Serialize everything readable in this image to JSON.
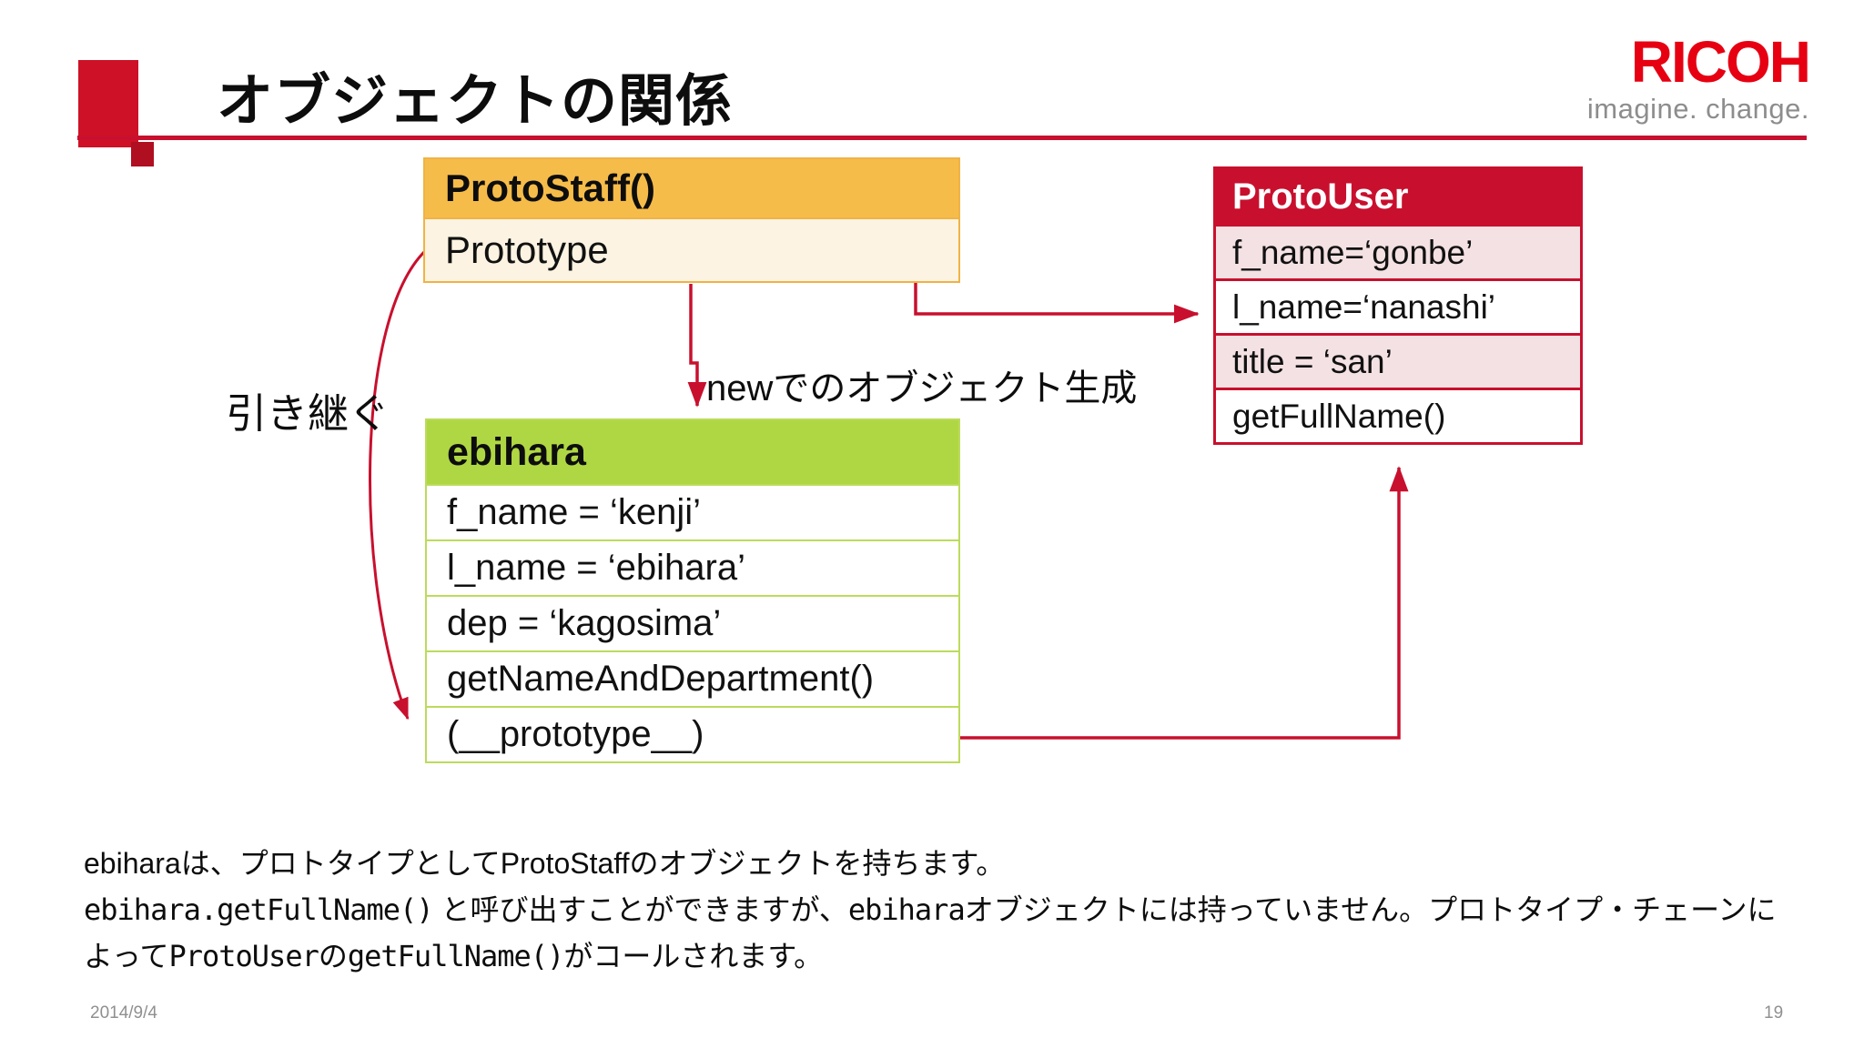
{
  "slide": {
    "title": "オブジェクトの関係",
    "footer_date": "2014/9/4",
    "page_number": "19"
  },
  "logo": {
    "brand": "RICOH",
    "tagline": "imagine. change."
  },
  "diagram": {
    "proto_staff": {
      "title": "ProtoStaff()",
      "rows": [
        "Prototype"
      ]
    },
    "proto_user": {
      "title": "ProtoUser",
      "rows": [
        "f_name=‘gonbe’",
        "l_name=‘nanashi’",
        "title = ‘san’",
        "getFullName()"
      ]
    },
    "ebihara": {
      "title": "ebihara",
      "rows": [
        "f_name = ‘kenji’",
        "l_name = ‘ebihara’",
        "dep = ‘kagosima’",
        "getNameAndDepartment()",
        "(__prototype__)"
      ]
    },
    "labels": {
      "inherit": "引き継ぐ",
      "new_create": "newでのオブジェクト生成"
    }
  },
  "notes": {
    "lines": [
      {
        "segments": [
          {
            "text": "ebiharaは、プロトタイプとしてProtoStaffのオブジェクトを持ちます。",
            "mono": false
          }
        ]
      },
      {
        "segments": [
          {
            "text": "ebihara.getFullName()",
            "mono": true
          },
          {
            "text": " と呼び出すことができますが、",
            "mono": false
          },
          {
            "text": "ebihara",
            "mono": true
          },
          {
            "text": "オブジェクトには持っていません。プロトタイプ・チェーンに",
            "mono": false
          }
        ]
      },
      {
        "segments": [
          {
            "text": "よって",
            "mono": false
          },
          {
            "text": "ProtoUser",
            "mono": true
          },
          {
            "text": "の",
            "mono": false
          },
          {
            "text": "getFullName()",
            "mono": true
          },
          {
            "text": "がコールされます。",
            "mono": false
          }
        ]
      }
    ]
  },
  "colors": {
    "accent_red": "#C8102E",
    "brand_red": "#E60012",
    "orange_header": "#F6BC4A",
    "orange_row": "#FCF3E2",
    "green_header": "#AFD743",
    "pink_row": "#F4E1E3"
  }
}
